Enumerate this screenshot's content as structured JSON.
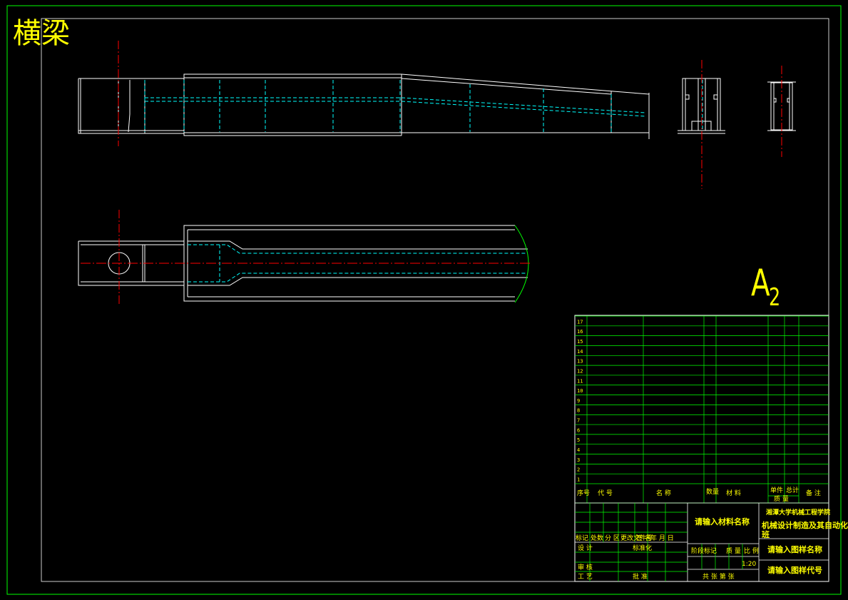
{
  "drawing": {
    "title": "横梁",
    "sheet_size": {
      "letter": "A",
      "number": "2"
    }
  },
  "colors": {
    "background": "#000000",
    "frame": "#00ff00",
    "outline": "#ffffff",
    "hidden": "#00ffff",
    "centerline": "#ff0000",
    "text": "#ffff00"
  },
  "title_block": {
    "bom_row_numbers": [
      "17",
      "16",
      "15",
      "14",
      "13",
      "12",
      "11",
      "10",
      "9",
      "8",
      "7",
      "6",
      "5",
      "4",
      "3",
      "2",
      "1"
    ],
    "bom_header": {
      "seq": "序号",
      "code": "代 号",
      "name": "名 称",
      "qty": "数量",
      "material": "材 料",
      "unit_weight": "单件",
      "total_weight": "总计",
      "weight": "质 量",
      "remark": "备 注"
    },
    "material_placeholder": "请输入材料名称",
    "school": "湘潭大学机械工程学院",
    "major": "机械设计制造及其自动化",
    "major_overflow": "班",
    "drawing_name_placeholder": "请输入图样名称",
    "drawing_code_placeholder": "请输入图样代号",
    "revision_row": [
      "标记",
      "处数",
      "分 区",
      "更改文件号",
      "签 名",
      "年 月 日"
    ],
    "designer_label": "设 计",
    "standard_label": "标准化",
    "reviewer_label": "审 核",
    "process_label": "工 艺",
    "approve_label": "批 准",
    "stage_label": "阶段标记",
    "weight_label": "质 量",
    "scale_label": "比 例",
    "scale_value": "1:20",
    "sheets_label": "共  张 第  张"
  }
}
